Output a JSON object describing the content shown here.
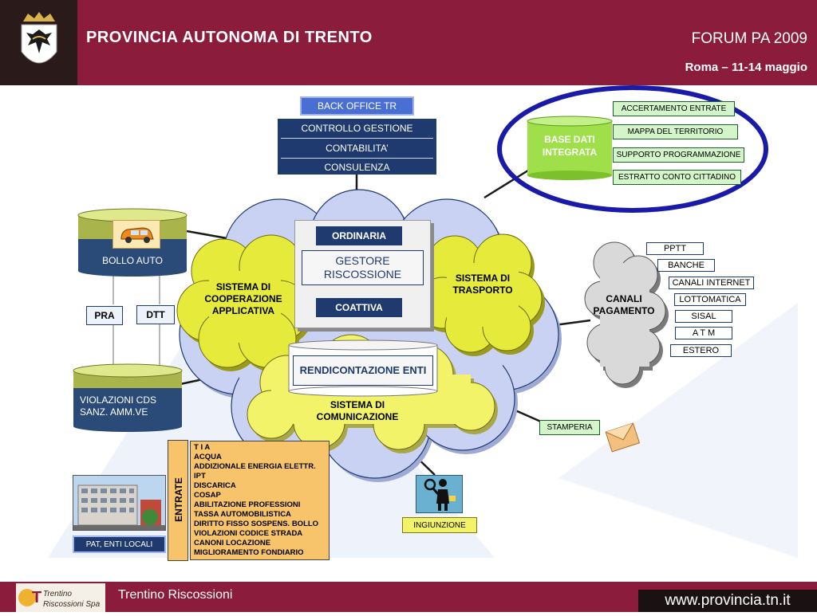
{
  "header": {
    "org_title": "PROVINCIA  AUTONOMA  DI  TRENTO",
    "event_title": "FORUM PA 2009",
    "event_subtitle": "Roma – 11-14 maggio"
  },
  "back_office": {
    "title": "BACK OFFICE TR",
    "items": [
      "CONTROLLO GESTIONE",
      "CONTABILITA’",
      "CONSULENZA"
    ]
  },
  "database": {
    "label": "BASE DATI INTEGRATA",
    "outputs": [
      "ACCERTAMENTO ENTRATE",
      "MAPPA DEL TERRITORIO",
      "SUPPORTO PROGRAMMAZIONE",
      "ESTRATTO CONTO CITTADINO"
    ]
  },
  "bollo_auto": {
    "label": "BOLLO AUTO",
    "links": [
      "PRA",
      "DTT"
    ]
  },
  "violazioni": {
    "label": "VIOLAZIONI CDS SANZ. AMM.VE"
  },
  "clouds": {
    "cooperazione": "SISTEMA DI COOPERAZIONE APPLICATIVA",
    "trasporto": "SISTEMA DI TRASPORTO",
    "comunicazione": "SISTEMA DI COMUNICAZIONE"
  },
  "gestore": {
    "top": "ORDINARIA",
    "main": "GESTORE RISCOSSIONE",
    "bottom": "COATTIVA"
  },
  "rendicontazione": "RENDICONTAZIONE ENTI",
  "canali": {
    "label": "CANALI PAGAMENTO",
    "items": [
      "PPTT",
      "BANCHE",
      "CANALI INTERNET",
      "LOTTOMATICA",
      "SISAL",
      "A T M",
      "ESTERO"
    ]
  },
  "stamperia": "STAMPERIA",
  "ingiunzione": "INGIUNZIONE",
  "pat_label": "PAT, ENTI LOCALI",
  "entrate": {
    "label": "ENTRATE",
    "items": [
      "T I A",
      "ACQUA",
      "ADDIZIONALE ENERGIA ELETTR.",
      "IPT",
      "DISCARICA",
      "COSAP",
      "ABILITAZIONE PROFESSIONI",
      "TASSA AUTOMOBILISTICA",
      "DIRITTO FISSO SOSPENS. BOLLO",
      "VIOLAZIONI CODICE STRADA",
      "CANONI LOCAZIONE",
      "MIGLIORAMENTO FONDIARIO"
    ]
  },
  "footer": {
    "label": "Trentino Riscossioni",
    "url": "www.provincia.tn.it",
    "logo_text": "Trentino Riscossioni Spa"
  },
  "colors": {
    "brand": "#8c1c3c",
    "navy": "#1f3a6e",
    "cloud": "#c9d2f2",
    "yellow_cloud": "#e6ea3a",
    "green": "#b9e55a",
    "orange": "#f7c46c"
  },
  "icons": [
    "coat-of-arms-icon",
    "car-icon",
    "envelope-icon",
    "officer-icon",
    "building-icon"
  ]
}
